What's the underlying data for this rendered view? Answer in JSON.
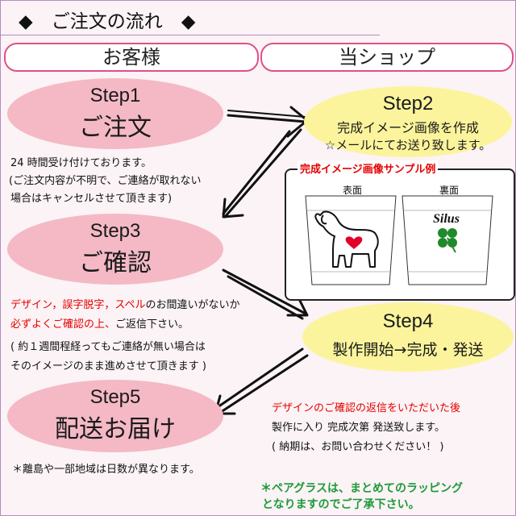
{
  "title": "◆　ご注文の流れ　◆",
  "customer_header": "お客様",
  "shop_header": "当ショップ",
  "step1": {
    "label": "Step1",
    "name": "ご注文",
    "note1": "24 時間受け付けております。",
    "note2": "(ご注文内容が不明で、ご連絡が取れない",
    "note3": "場合はキャンセルさせて頂きます)"
  },
  "step2": {
    "label": "Step2",
    "line1": "完成イメージ画像を作成",
    "line2": "☆メールにてお送り致します。"
  },
  "sample": {
    "title": "完成イメージ画像サンプル例",
    "front": "表面",
    "back": "裏面",
    "engraving": "Silus"
  },
  "step3": {
    "label": "Step3",
    "name": "ご確認",
    "red1": "デザイン，誤字脱字，スペル",
    "black1": "のお間違いがないか",
    "red2": "必ずよくご確認の上、",
    "black2": "ご返信下さい。",
    "note3": "( 約１週間程経ってもご連絡が無い場合は",
    "note4": "そのイメージのまま進めさせて頂きます )"
  },
  "step4": {
    "label": "Step4",
    "name": "製作開始→完成・発送",
    "red1": "デザインのご確認の返信をいただいた後",
    "note2": "製作に入り 完成次第 発送致します。",
    "note3": "( 納期は、お問い合わせください！ )"
  },
  "step5": {
    "label": "Step5",
    "name": "配送お届け",
    "note1": "＊離島や一部地域は日数が異なります。"
  },
  "footer": {
    "line1": "＊ペアグラスは、まとめてのラッピング",
    "line2": "となりますのでご了承下さい。"
  },
  "colors": {
    "pink_ellipse": "#f4b9c5",
    "yellow_ellipse": "#fbf49c",
    "header_border": "#e0508a",
    "red_text": "#e60000",
    "green_text": "#1d9a3a",
    "clover": "#1f8a2c",
    "heart": "#e2002a"
  },
  "icons": [
    "dog-icon",
    "heart-icon",
    "clover-icon"
  ]
}
